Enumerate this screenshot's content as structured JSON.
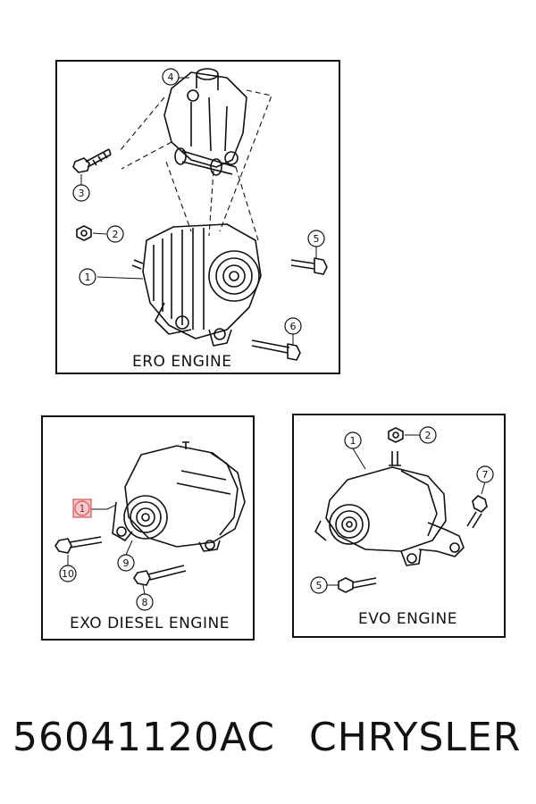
{
  "panels": {
    "ero": {
      "label": "ERO ENGINE",
      "callouts": [
        "1",
        "2",
        "3",
        "4",
        "5",
        "6"
      ]
    },
    "exo": {
      "label": "EXO DIESEL ENGINE",
      "callouts": [
        "1",
        "8",
        "9",
        "10"
      ]
    },
    "evo": {
      "label": "EVO ENGINE",
      "callouts": [
        "1",
        "2",
        "5",
        "7"
      ]
    }
  },
  "footer": {
    "part_number": "56041120AC",
    "brand": "CHRYSLER"
  },
  "colors": {
    "line": "#111111",
    "highlight_fill": "#f6c9cf",
    "highlight_stroke": "#d9534f"
  }
}
